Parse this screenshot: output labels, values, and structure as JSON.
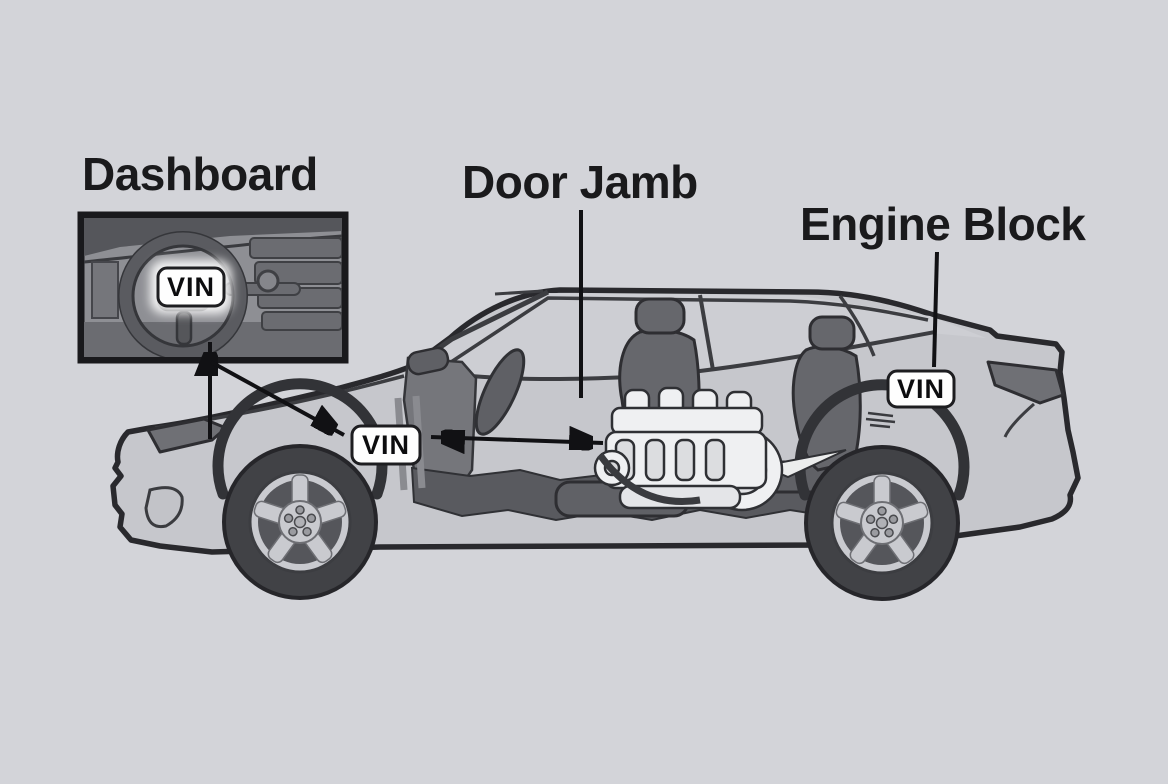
{
  "diagram": {
    "subject": "VIN location diagram on a sedan (side cutaway view)",
    "locations": [
      {
        "label": "Dashboard",
        "badge": "VIN"
      },
      {
        "label": "Door Jamb",
        "badge": "VIN"
      },
      {
        "label": "Engine Block",
        "badge": "VIN"
      }
    ]
  },
  "labels": {
    "dashboard": "Dashboard",
    "door_jamb": "Door Jamb",
    "engine_block": "Engine Block"
  },
  "badges": {
    "inset_vin": "VIN",
    "door_vin": "VIN",
    "rear_vin": "VIN"
  },
  "colors": {
    "background": "#d3d4d9",
    "car_body": "#c6c7cc",
    "outline": "#29292d",
    "glass": "#cdced3",
    "interior": "#77787d",
    "tire": "#414246",
    "rim": "#c9cacf",
    "inset_background": "#8e8f94",
    "badge_background": "#fefefe",
    "badge_text": "#0c0c0e",
    "label_text": "#1a1a1c"
  }
}
